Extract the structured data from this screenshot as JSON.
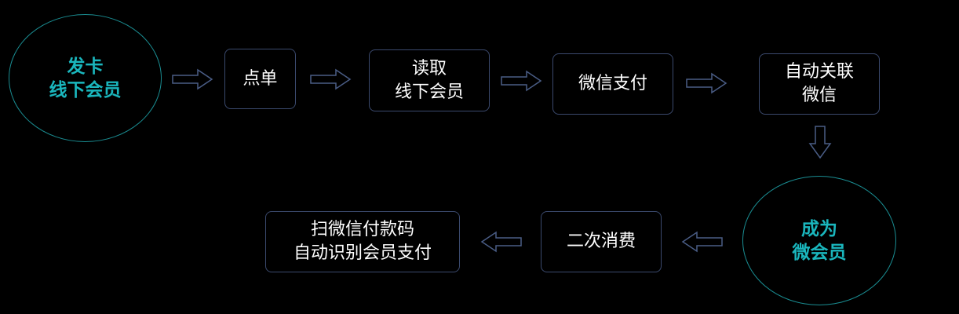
{
  "diagram": {
    "start_circle": {
      "line1": "发卡",
      "line2": "线下会员"
    },
    "step_order": {
      "label": "点单"
    },
    "step_read_member": {
      "line1": "读取",
      "line2": "线下会员"
    },
    "step_wechat_pay": {
      "label": "微信支付"
    },
    "step_auto_link": {
      "line1": "自动关联",
      "line2": "微信"
    },
    "result_circle": {
      "line1": "成为",
      "line2": "微会员"
    },
    "step_second_purchase": {
      "label": "二次消费"
    },
    "step_scan_code": {
      "line1": "扫微信付款码",
      "line2": "自动识别会员支付"
    },
    "colors": {
      "background": "#000000",
      "circle_text": "#1ab6bd",
      "circle_border": "#1a8d92",
      "box_border": "#3b4a6e",
      "arrow": "#4a5d86",
      "box_text": "#ffffff"
    }
  }
}
